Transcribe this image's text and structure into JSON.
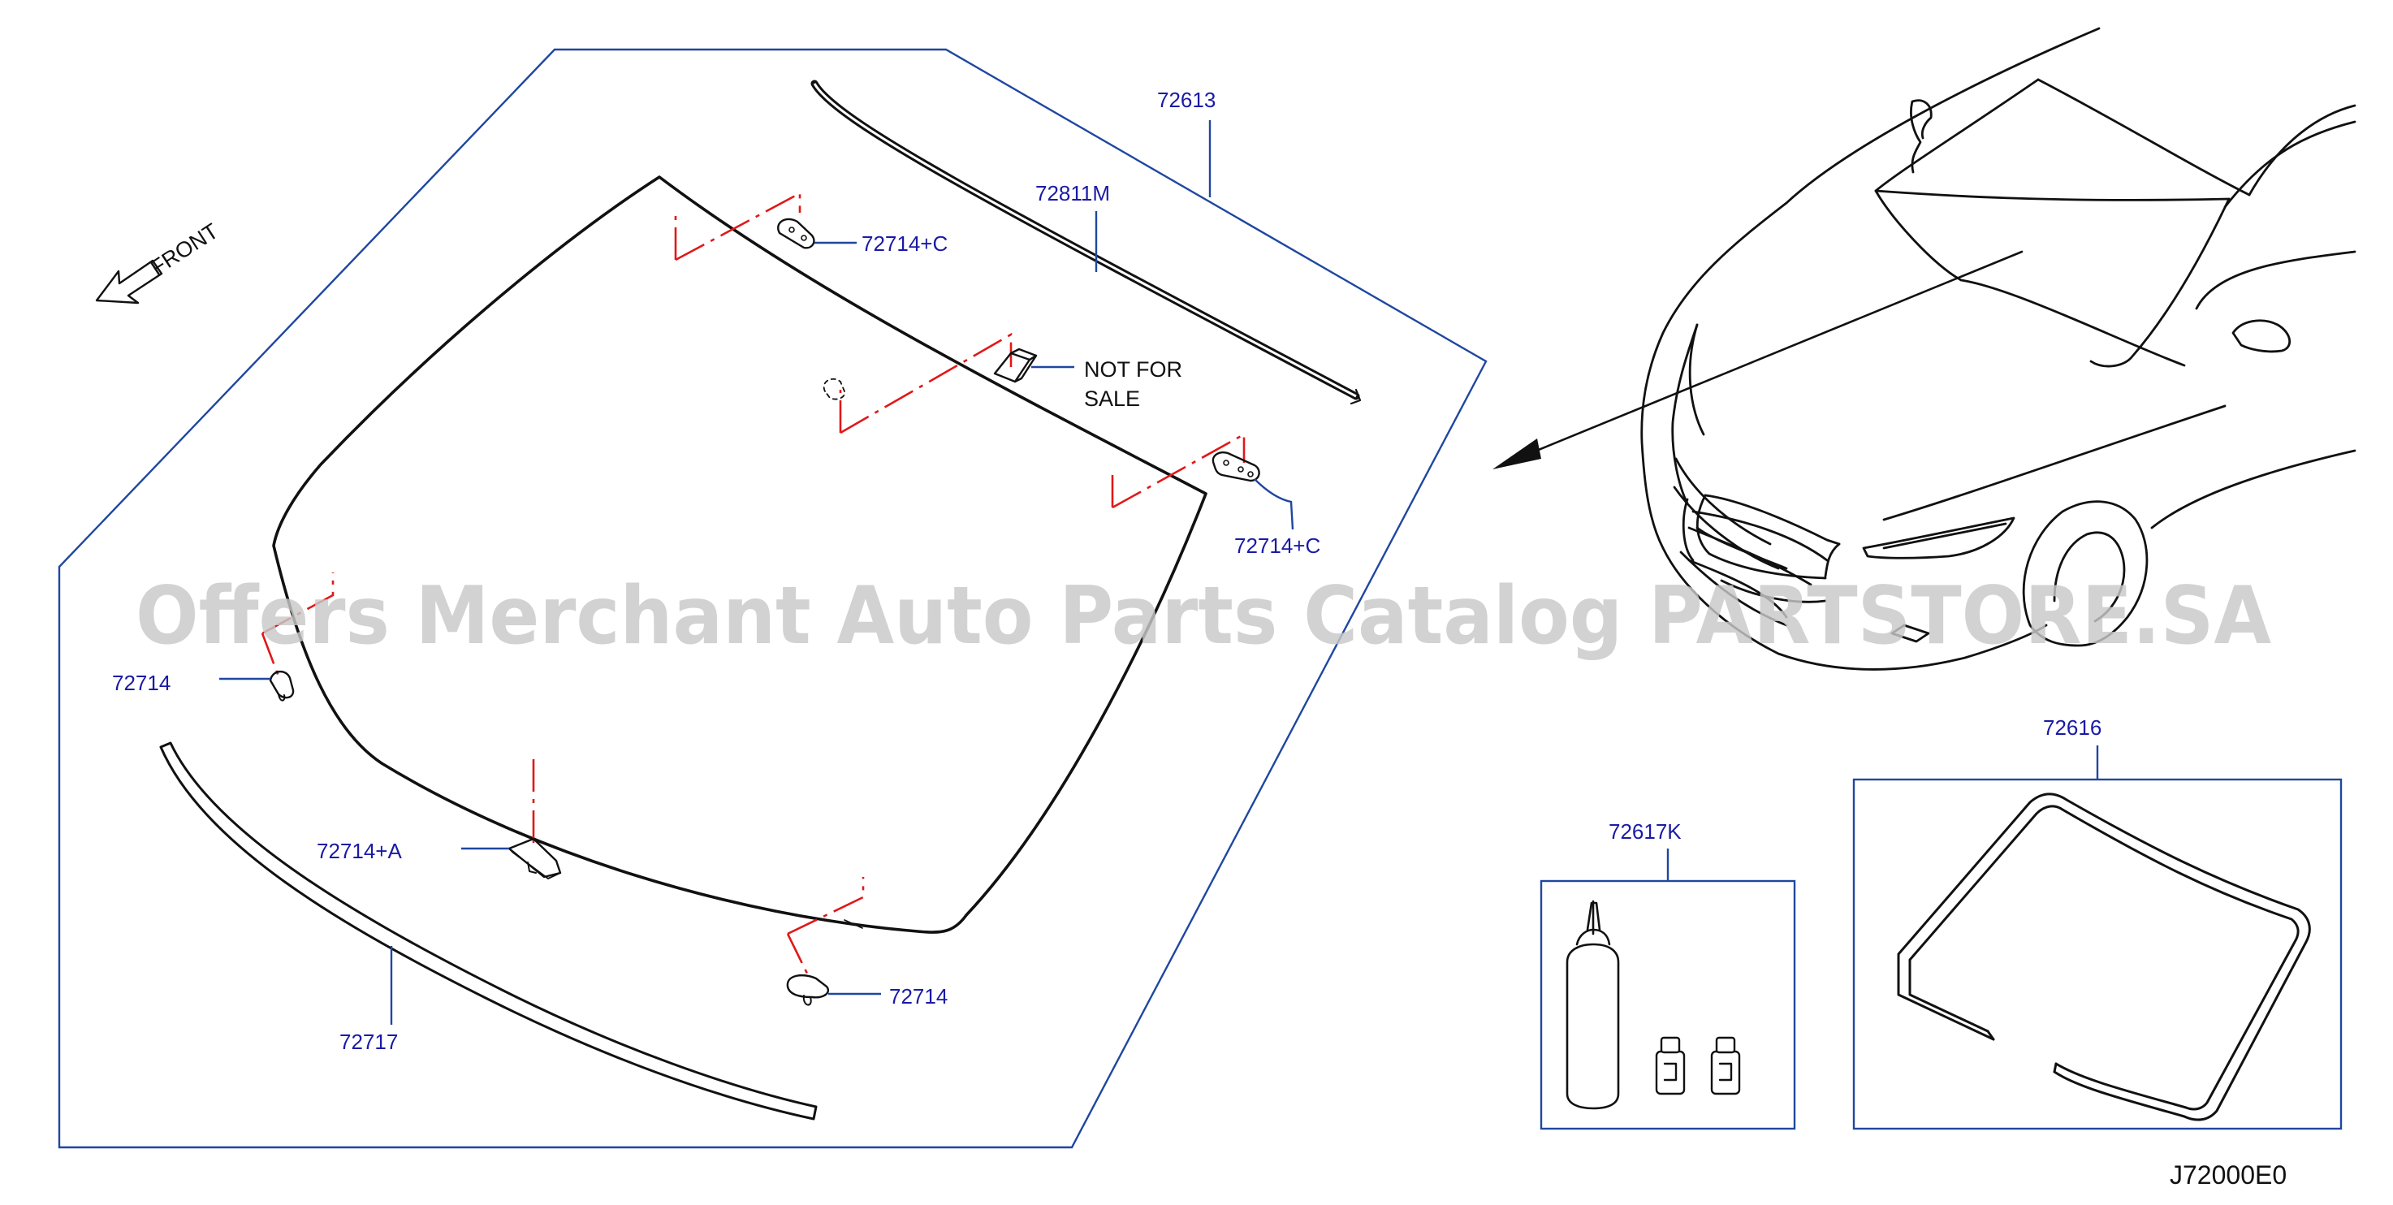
{
  "front_label": "FRONT",
  "diagram_code": "J72000E0",
  "watermark": "Offers Merchant Auto Parts Catalog PARTSTORE.SA",
  "labels": {
    "p72613": "72613",
    "p72811m": "72811M",
    "p72714c_top": "72714+C",
    "not_for_sale_1": "NOT  FOR",
    "not_for_sale_2": "SALE",
    "p72714c_right": "72714+C",
    "p72714_left": "72714",
    "p72714a": "72714+A",
    "p72714_bottom": "72714",
    "p72717": "72717",
    "p72616": "72616",
    "p72617k": "72617K"
  },
  "colors": {
    "label_blue": "#1a1aa6",
    "frame_blue": "#1f47a0",
    "centerline_red": "#e01818",
    "ink": "#111111"
  }
}
